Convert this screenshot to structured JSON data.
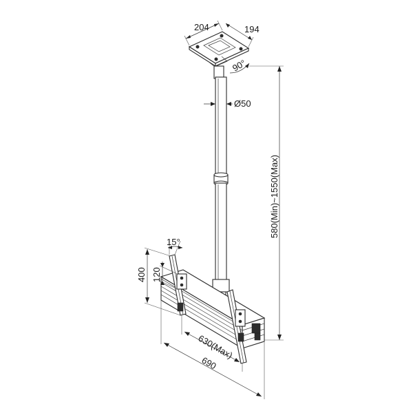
{
  "dimensions": {
    "plate_depth": "204",
    "plate_width": "194",
    "rotation": "90°",
    "pole_diameter": "Ø50",
    "drop_range": "580(Min)~1550(Max)",
    "tilt": "15°",
    "bracket_height": "400",
    "arm_spacing": "120",
    "arm_width_max": "630(Max)",
    "rail_width": "690"
  }
}
